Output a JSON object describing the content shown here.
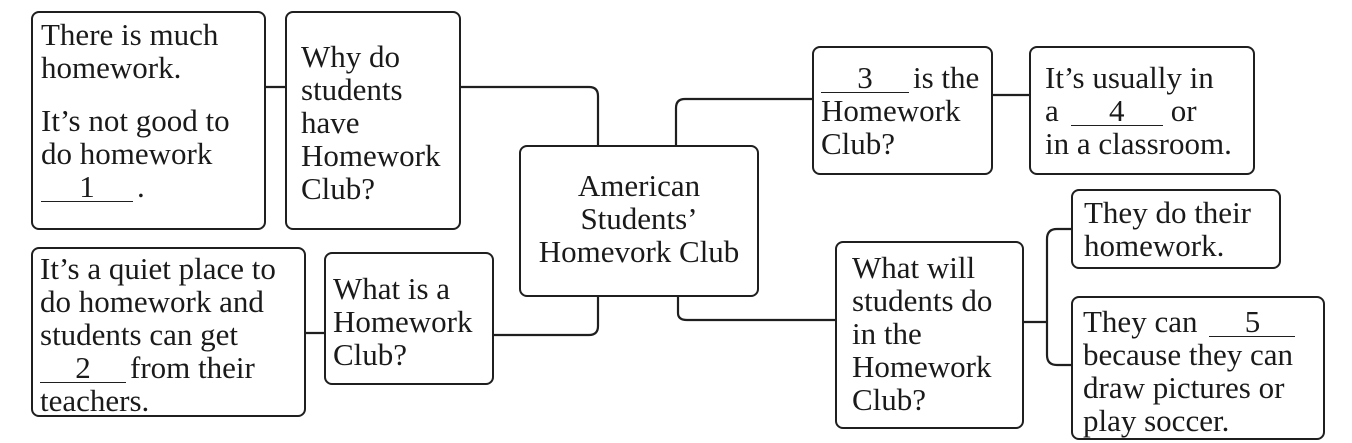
{
  "center": {
    "lines": [
      "American",
      "Students’",
      "Homevork Club"
    ]
  },
  "why": {
    "question": [
      "Why do",
      "students",
      "have",
      "Homework",
      "Club?"
    ],
    "answer": {
      "line1": "There is much",
      "line2": "homework.",
      "line3": "It’s not good to",
      "line4": "do homework",
      "blank": "1",
      "tail": "."
    }
  },
  "what": {
    "question": [
      "What is a",
      "Homework",
      "Club?"
    ],
    "answer": {
      "line1": "It’s a quiet place to",
      "line2": "do homework and",
      "line3": "students can get",
      "blank": "2",
      "after": "from their",
      "line5": "teachers."
    }
  },
  "where": {
    "question": {
      "blank": "3",
      "after": "is the",
      "line2": "Homework",
      "line3": "Club?"
    },
    "answer": {
      "line1": "It’s usually in",
      "pre": "a",
      "blank": "4",
      "post": "or",
      "line3": "in a classroom."
    }
  },
  "do": {
    "question": [
      "What will",
      "students do",
      "in the",
      "Homework",
      "Club?"
    ],
    "answer1": [
      "They do their",
      "homework."
    ],
    "answer2": {
      "pre": "They can",
      "blank": "5",
      "line2": "because they can",
      "line3": "draw pictures or",
      "line4": "play soccer."
    }
  }
}
